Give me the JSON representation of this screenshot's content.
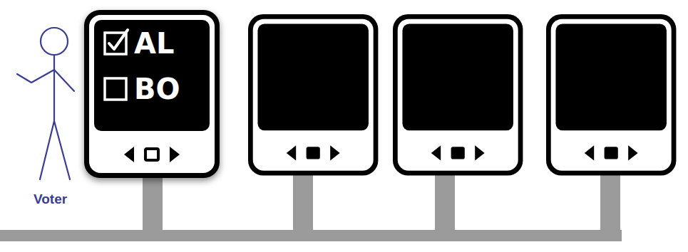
{
  "diagram": {
    "nodes": [
      {
        "text": [
          "AL",
          "BO"
        ]
      }
    ],
    "labels": [
      "Voter"
    ]
  }
}
